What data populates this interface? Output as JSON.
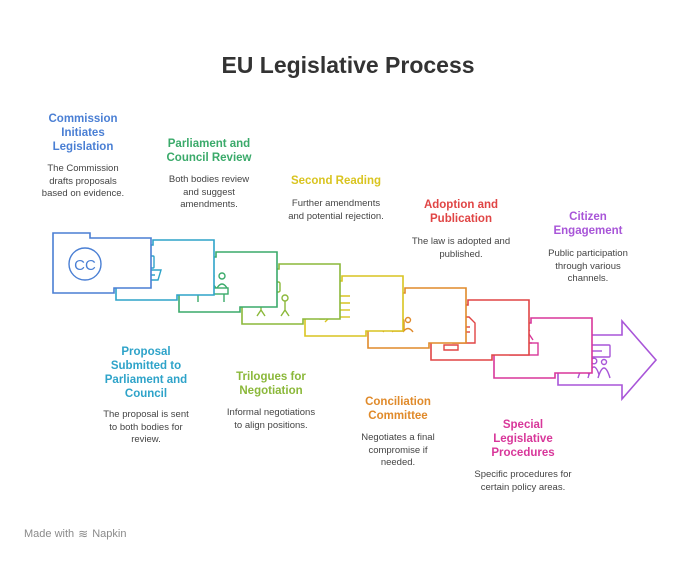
{
  "title": "EU Legislative Process",
  "steps": [
    {
      "title": "Commission Initiates Legislation",
      "desc": "The Commission drafts proposals based on evidence.",
      "color": "#4a7fd4",
      "icon": "copyright-cc-icon"
    },
    {
      "title": "Proposal Submitted to Parliament and Council",
      "desc": "The proposal is sent to both bodies for review.",
      "color": "#2ea3c9",
      "icon": "ballot-box-icon"
    },
    {
      "title": "Parliament and Council Review",
      "desc": "Both bodies review and suggest amendments.",
      "color": "#3aaa6a",
      "icon": "group-review-icon"
    },
    {
      "title": "Trilogues for Negotiation",
      "desc": "Informal negotiations to align positions.",
      "color": "#8bb83a",
      "icon": "people-discussion-icon"
    },
    {
      "title": "Second Reading",
      "desc": "Further amendments and potential rejection.",
      "color": "#d9c420",
      "icon": "document-list-icon"
    },
    {
      "title": "Conciliation Committee",
      "desc": "Negotiates a final compromise if needed.",
      "color": "#e08a2a",
      "icon": "committee-table-icon"
    },
    {
      "title": "Adoption and Publication",
      "desc": "The law is adopted and published.",
      "color": "#e04545",
      "icon": "signed-document-icon"
    },
    {
      "title": "Special Legislative Procedures",
      "desc": "Specific procedures for certain policy areas.",
      "color": "#d8379a",
      "icon": "voting-hand-icon"
    },
    {
      "title": "Citizen Engagement",
      "desc": "Public participation through various channels.",
      "color": "#a855d8",
      "icon": "citizens-icon"
    }
  ],
  "footer": {
    "made_with": "Made with",
    "brand": "Napkin"
  }
}
